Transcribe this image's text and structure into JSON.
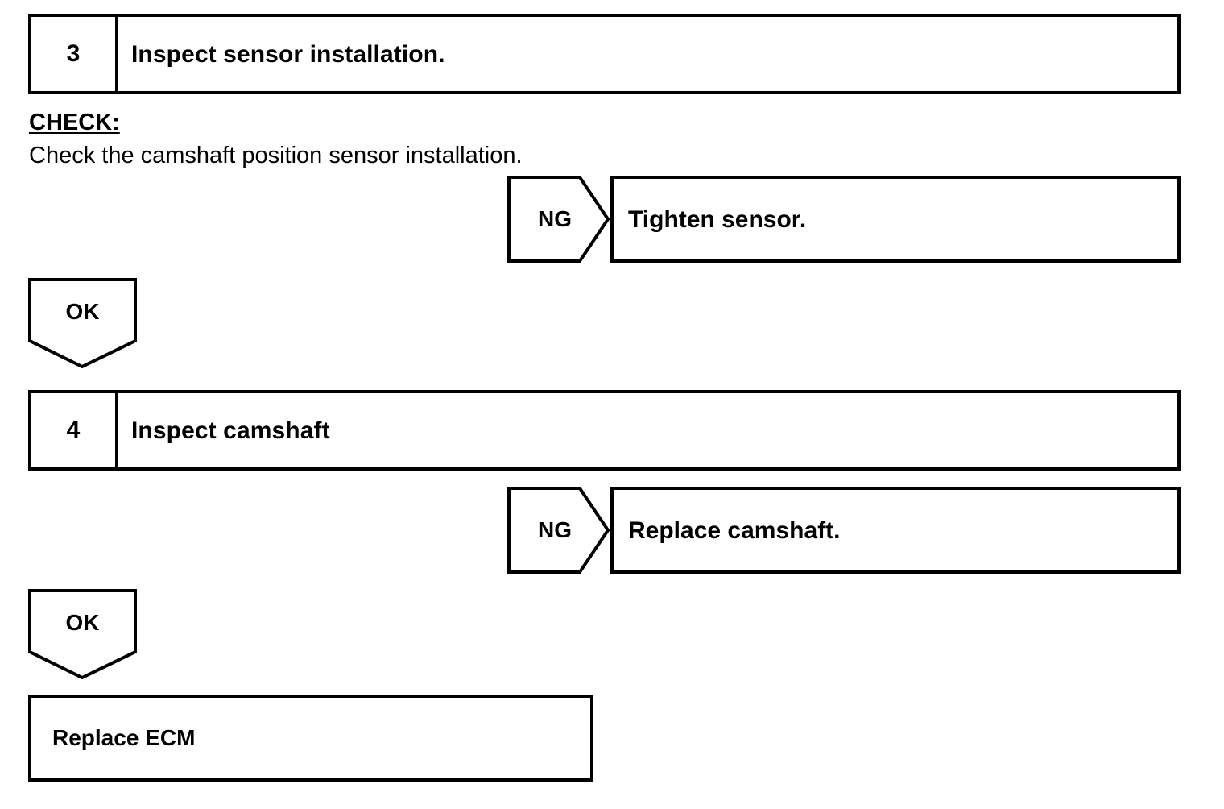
{
  "document": {
    "type": "diagnostic-flowchart",
    "background_color": "#ffffff",
    "line_color": "#000000"
  },
  "steps": [
    {
      "number": "3",
      "title": "Inspect sensor installation.",
      "check_label": "CHECK:",
      "check_body": "Check the camshaft position sensor installation.",
      "ng": {
        "label": "NG",
        "action": "Tighten sensor."
      },
      "ok": {
        "label": "OK"
      }
    },
    {
      "number": "4",
      "title": "Inspect camshaft",
      "ng": {
        "label": "NG",
        "action": "Replace camshaft."
      },
      "ok": {
        "label": "OK"
      }
    }
  ],
  "final": {
    "text": "Replace ECM"
  }
}
